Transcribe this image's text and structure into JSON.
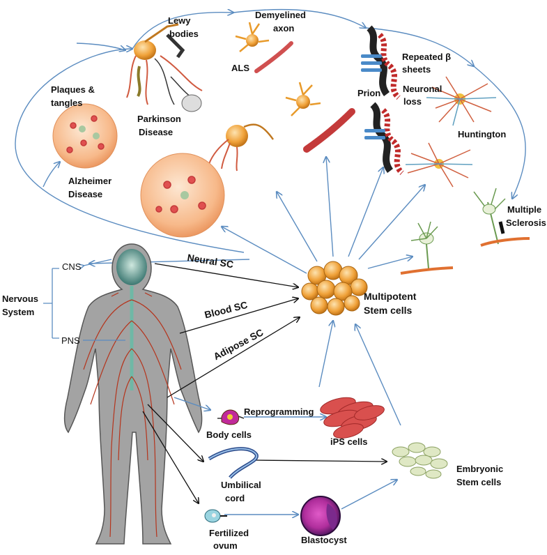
{
  "labels": {
    "lewy_bodies_1": "Lewy",
    "lewy_bodies_2": "bodies",
    "demyelined_1": "Demyelined",
    "demyelined_2": "axon",
    "als": "ALS",
    "repeated_1": "Repeated β",
    "repeated_2": "sheets",
    "prion": "Prion",
    "neuronal_1": "Neuronal",
    "neuronal_2": "loss",
    "plaques_1": "Plaques &",
    "plaques_2": "tangles",
    "parkinson_1": "Parkinson",
    "parkinson_2": "Disease",
    "huntington": "Huntington",
    "alzheimer_1": "Alzheimer",
    "alzheimer_2": "Disease",
    "ms_1": "Multiple",
    "ms_2": "Sclerosis",
    "cns": "CNS",
    "pns": "PNS",
    "nervous_1": "Nervous",
    "nervous_2": "System",
    "neural_sc": "Neural SC",
    "blood_sc": "Blood SC",
    "adipose_sc": "Adipose SC",
    "multipotent_1": "Multipotent",
    "multipotent_2": "Stem cells",
    "reprogramming": "Reprogramming",
    "body_cells": "Body cells",
    "ips_cells": "iPS cells",
    "umbilical_1": "Umbilical",
    "umbilical_2": "cord",
    "embryonic_1": "Embryonic",
    "embryonic_2": "Stem cells",
    "fertilized_1": "Fertilized",
    "fertilized_2": "ovum",
    "blastocyst": "Blastocyst"
  },
  "colors": {
    "arrow_blue": "#5b8cc0",
    "arrow_black": "#111111",
    "body_gray": "#a3a3a3",
    "nerve_red": "#b5341c",
    "spine_teal": "#6fb8a6",
    "stem_orange": "#f0a23a",
    "plaque_circle": "#f7b98a",
    "ips_red": "#d9504e",
    "embryonic_green": "#dfe8c4",
    "blastocyst_purple": "#7b2a8c"
  }
}
